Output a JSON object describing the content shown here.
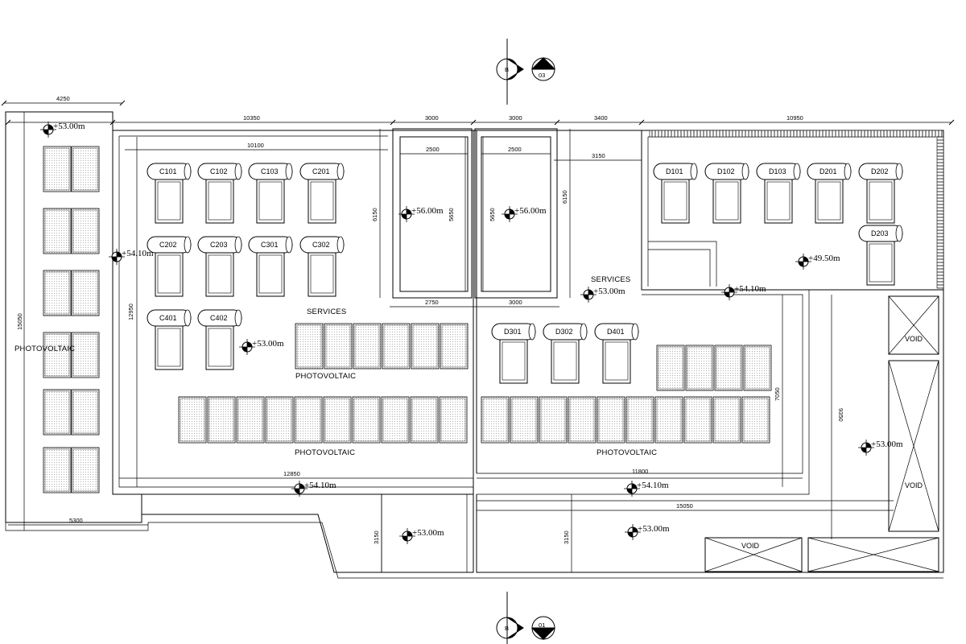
{
  "section_markers": {
    "top": {
      "letter": "B",
      "sheet": "03"
    },
    "bottom": {
      "letter": "B",
      "sheet": "01"
    }
  },
  "dimensions": {
    "d4250": "4250",
    "d10350": "10350",
    "d3000a": "3000",
    "d3000b": "3000",
    "d3400": "3400",
    "d10950": "10950",
    "d10100": "10100",
    "d2500a": "2500",
    "d2500b": "2500",
    "d3150a": "3150",
    "d6150a": "6150",
    "d5650a": "5650",
    "d5650b": "5650",
    "d6150b": "6150",
    "d2750": "2750",
    "d3000c": "3000",
    "d12950": "12950",
    "d15050v": "15050",
    "d7050": "7050",
    "d9350": "9350",
    "d12850": "12850",
    "d11800": "11800",
    "d15050h": "15050",
    "d5300": "5300",
    "d3150b": "3150",
    "d3150c": "3150"
  },
  "levels": {
    "l1": "+53.00m",
    "l2": "+54.10m",
    "l3": "+56.00m",
    "l4": "+56.00m",
    "l5": "+53.00m",
    "l6": "+53.00m",
    "l7": "+54.10m",
    "l8": "+49.50m",
    "l9": "+53.00m",
    "l10": "+54.10m",
    "l11": "+54.10m",
    "l12": "+53.00m",
    "l13": "+53.00m"
  },
  "labels": {
    "photovoltaic_left": "PHOTOVOLTAIC",
    "photovoltaic_mid": "PHOTOVOLTAIC",
    "photovoltaic_bottom_left": "PHOTOVOLTAIC",
    "photovoltaic_bottom_right": "PHOTOVOLTAIC",
    "services_left": "SERVICES",
    "services_right": "SERVICES",
    "void_1": "VOID",
    "void_2": "VOID",
    "void_3": "VOID"
  },
  "units": [
    "C101",
    "C102",
    "C103",
    "C201",
    "C202",
    "C203",
    "C301",
    "C302",
    "C401",
    "C402",
    "D101",
    "D102",
    "D103",
    "D201",
    "D202",
    "D203",
    "D301",
    "D302",
    "D401"
  ]
}
